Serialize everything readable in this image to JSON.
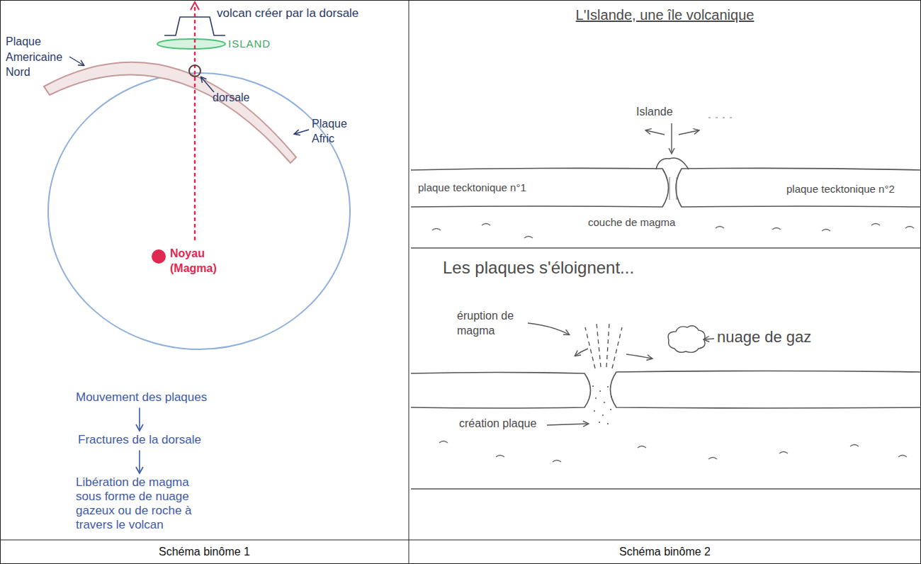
{
  "diagram": {
    "nodes": [
      {
        "text": [
          "Mouvement des plaques"
        ]
      },
      {
        "text": [
          "Fractures de la dorsale"
        ]
      },
      {
        "text": [
          "Libération de magma sous forme de nuage gazeux ou de roche à travers le volcan"
        ]
      }
    ],
    "edges": [
      {
        "from": 0,
        "to": 1,
        "arrow": "to"
      },
      {
        "from": 1,
        "to": 2,
        "arrow": "to"
      }
    ],
    "labels": [
      "volcan créer par la dorsale",
      "Plaque Americaine Nord",
      "ISLAND",
      "dorsale",
      "Plaque Afric",
      "Noyau (Magma)",
      "L'Islande, une île volcanique",
      "Islande",
      "plaque tecktonique n°1",
      "plaque tecktonique n°2",
      "couche de magma",
      "Les plaques s'éloignent...",
      "éruption de magma",
      "nuage de gaz",
      "création plaque",
      "Schéma binôme 1",
      "Schéma binôme 2"
    ]
  }
}
